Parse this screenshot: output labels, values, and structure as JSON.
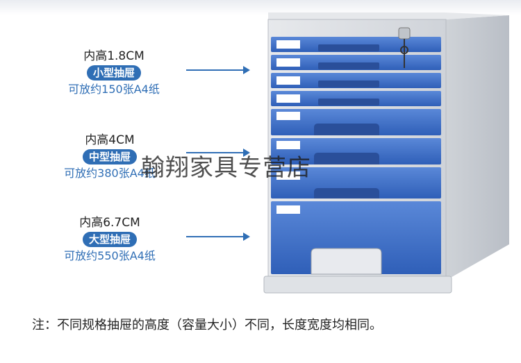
{
  "specs": [
    {
      "height": "内高1.8CM",
      "type": "小型抽屉",
      "capacity": "可放约150张A4纸"
    },
    {
      "height": "内高4CM",
      "type": "中型抽屉",
      "capacity": "可放约380张A4纸"
    },
    {
      "height": "内高6.7CM",
      "type": "大型抽屉",
      "capacity": "可放约550张A4纸"
    }
  ],
  "watermark": "翰翔家具专营店",
  "footnote": "注：不同规格抽屉的高度（容量大小）不同，长度宽度均相同。",
  "colors": {
    "accent": "#2f6eb5",
    "drawer_blue": "#3b6fc8",
    "cabinet_grey": "#dcdfe4"
  }
}
